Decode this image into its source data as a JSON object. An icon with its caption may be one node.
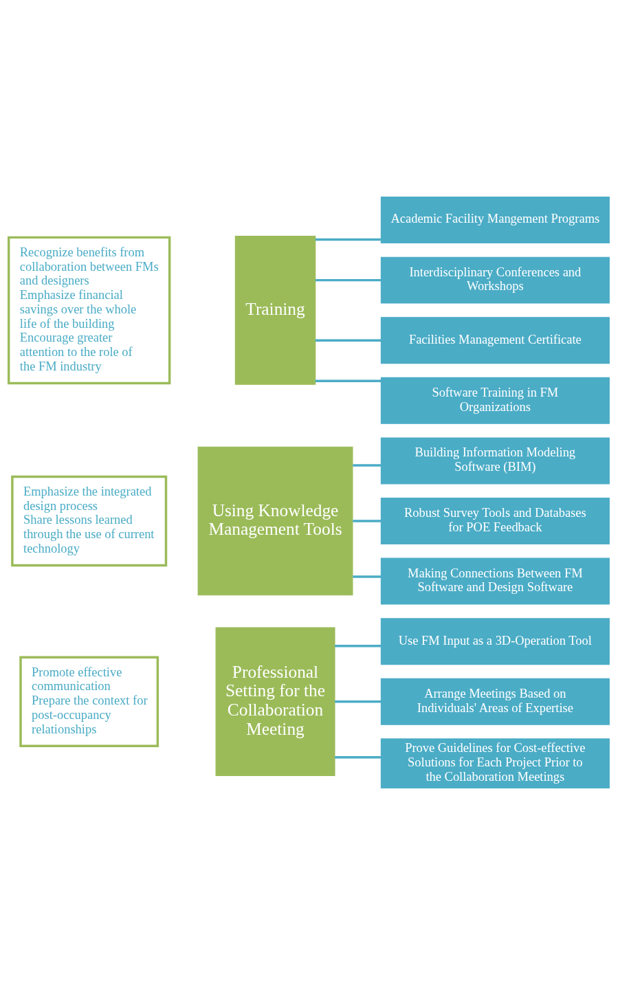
{
  "diagram": {
    "nodes": [
      {
        "text": [
          "Training"
        ]
      },
      {
        "text": [
          "Recognize benefits from collaboration between FMs and designers",
          "Emphasize financial savings over the whole life of the building",
          "Encourage greater attention to the role of the FM industry"
        ]
      },
      {
        "text": [
          "Academic Facility Mangement Programs"
        ]
      },
      {
        "text": [
          "Interdisciplinary Conferences and Workshops"
        ]
      },
      {
        "text": [
          "Facilities Management Certificate"
        ]
      },
      {
        "text": [
          "Software Training in FM Organizations"
        ]
      },
      {
        "text": [
          "Using Knowledge Management Tools"
        ]
      },
      {
        "text": [
          "Emphasize the integrated design process",
          "Share lessons learned through the use of current technology"
        ]
      },
      {
        "text": [
          "Building Information Modeling Software (BIM)"
        ]
      },
      {
        "text": [
          "Robust Survey Tools and Databases for POE Feedback"
        ]
      },
      {
        "text": [
          "Making Connections Between FM Software and Design Software"
        ]
      },
      {
        "text": [
          "Professional Setting for the Collaboration Meeting"
        ]
      },
      {
        "text": [
          "Promote effective communication",
          "Prepare the context for post-occupancy relationships"
        ]
      },
      {
        "text": [
          "Use FM Input as a 3D-Operation Tool"
        ]
      },
      {
        "text": [
          "Arrange Meetings Based on Individuals' Areas of Expertise"
        ]
      },
      {
        "text": [
          "Prove Guidelines for Cost-effective Solutions for Each Project Prior to the Collaboration Meetings"
        ]
      }
    ],
    "edges": [
      {
        "from": 0,
        "to": 2,
        "arrow": "none"
      },
      {
        "from": 0,
        "to": 3,
        "arrow": "none"
      },
      {
        "from": 0,
        "to": 4,
        "arrow": "none"
      },
      {
        "from": 0,
        "to": 5,
        "arrow": "none"
      },
      {
        "from": 6,
        "to": 8,
        "arrow": "none"
      },
      {
        "from": 6,
        "to": 9,
        "arrow": "none"
      },
      {
        "from": 6,
        "to": 10,
        "arrow": "none"
      },
      {
        "from": 11,
        "to": 13,
        "arrow": "none"
      },
      {
        "from": 11,
        "to": 14,
        "arrow": "none"
      },
      {
        "from": 11,
        "to": 15,
        "arrow": "none"
      }
    ]
  }
}
